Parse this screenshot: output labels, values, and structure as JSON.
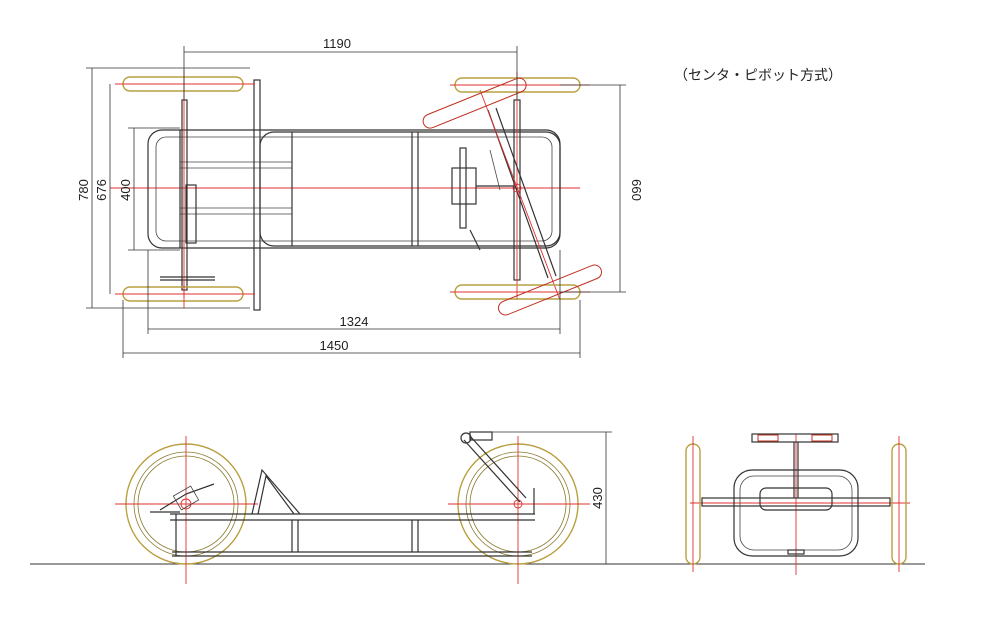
{
  "caption": "（センタ・ピボット方式）",
  "dimensions": {
    "top_wheelbase": "1190",
    "overall_width": "780",
    "track_width": "676",
    "frame_width": "400",
    "front_width": "660",
    "frame_length": "1324",
    "overall_length": "1450",
    "height": "430"
  },
  "colors": {
    "frame": "#333333",
    "centerline": "#e03030",
    "tire": "#b8a040"
  }
}
